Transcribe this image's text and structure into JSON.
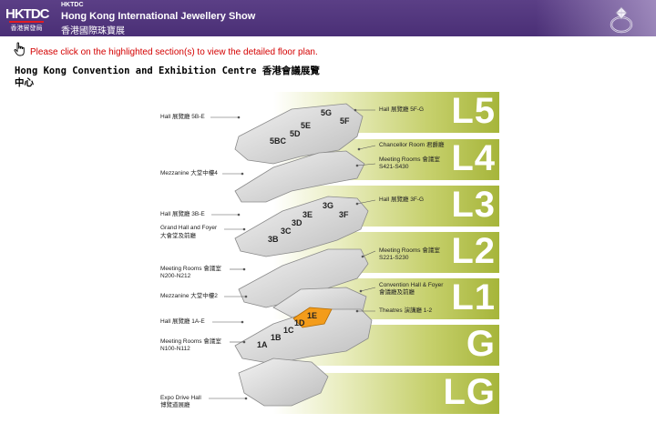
{
  "header": {
    "logo_text": "HKTDC",
    "logo_subtext": "香港貿發局",
    "brand_small": "HKTDC",
    "show_title": "Hong Kong International Jewellery Show",
    "show_title_zh": "香港國際珠寶展",
    "ring_icon": "diamond-ring-icon"
  },
  "instruction": {
    "icon": "hand-pointer-icon",
    "text": "Please click on the highlighted section(s) to view the detailed floor plan."
  },
  "venue": {
    "title": "Hong Kong Convention and Exhibition Centre 香港會議展覽中心"
  },
  "levels": [
    {
      "label": "L5"
    },
    {
      "label": "L4"
    },
    {
      "label": "L3"
    },
    {
      "label": "L2"
    },
    {
      "label": "L1"
    },
    {
      "label": "G"
    },
    {
      "label": "LG"
    }
  ],
  "hall_labels": [
    "5G",
    "5F",
    "5E",
    "5D",
    "5BC",
    "3G",
    "3F",
    "3E",
    "3D",
    "3C",
    "3B",
    "1E",
    "1D",
    "1C",
    "1B",
    "1A"
  ],
  "left_callouts": {
    "hall_5be": "Hall 展覽廳 5B-E",
    "mezz4": "Mezzanine 大堂中樓4",
    "hall_3be": "Hall 展覽廳 3B-E",
    "grand_hall_1": "Grand Hall and Foyer",
    "grand_hall_2": "大會堂及前廳",
    "meeting_n200_1": "Meeting Rooms 會議室",
    "meeting_n200_2": "N200-N212",
    "mezz2": "Mezzanine 大堂中樓2",
    "hall_1ae": "Hall 展覽廳 1A-E",
    "meeting_n100_1": "Meeting Rooms 會議室",
    "meeting_n100_2": "N100-N112",
    "expo_1": "Expo Drive Hall",
    "expo_2": "博覽道展廳"
  },
  "right_callouts": {
    "hall_5fg": "Hall 展覽廳 5F-G",
    "chancellor": "Chancellor Room 君爵廳",
    "meeting_s421_1": "Meeting Rooms 會議室",
    "meeting_s421_2": "S421-S430",
    "hall_3fg": "Hall 展覽廳 3F-G",
    "meeting_s221_1": "Meeting Rooms 會議室",
    "meeting_s221_2": "S221-S230",
    "conv_hall_1": "Convention Hall & Foyer",
    "conv_hall_2": "會議廳及前廳",
    "theatres": "Theatres 演講廳 1-2"
  },
  "colors": {
    "header_bg": "#4a2f76",
    "instruction_text": "#d40000",
    "level_green": "#a6b53a",
    "highlight_orange": "#f39c1b",
    "floor_gray": "#d9d9d9"
  }
}
